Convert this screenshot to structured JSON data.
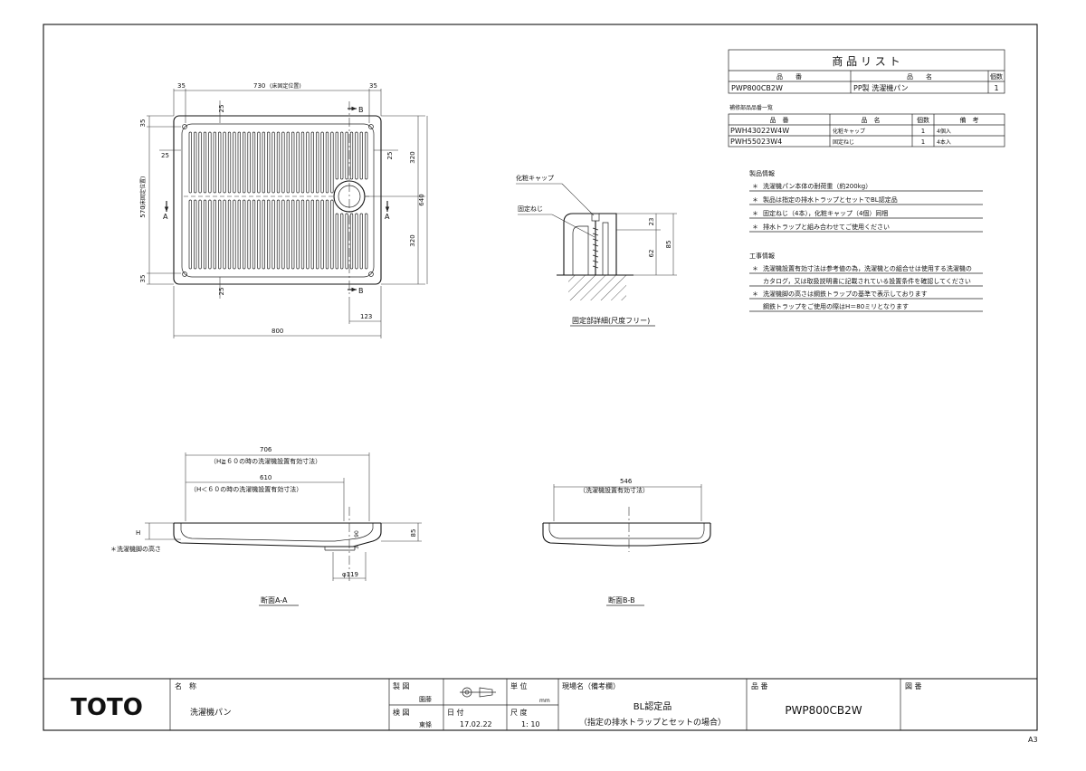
{
  "product_list": {
    "title": "商 品 リ ス ト",
    "headers": [
      "品　　番",
      "品　　名",
      "個数"
    ],
    "rows": [
      [
        "PWP800CB2W",
        "PP製 洗濯機パン",
        "1"
      ]
    ]
  },
  "parts_list": {
    "title": "補修部品品番一覧",
    "headers": [
      "品　番",
      "品　名",
      "個数",
      "備　考"
    ],
    "rows": [
      [
        "PWH43022W4W",
        "化粧キャップ",
        "1",
        "4個入"
      ],
      [
        "PWH55023W4",
        "固定ねじ",
        "1",
        "4本入"
      ]
    ]
  },
  "product_info": {
    "title": "製品情報",
    "items": [
      "洗濯機パン本体の耐荷重（約200kg）",
      "製品は指定の排水トラップとセットでBL認定品",
      "固定ねじ（4本），化粧キャップ（4個）同梱",
      "排水トラップと組み合わせてご使用ください"
    ]
  },
  "construction_info": {
    "title": "工事情報",
    "lines": [
      {
        "mark": "＊",
        "text": "洗濯機設置有効寸法は参考値の為，洗濯機との組合せは使用する洗濯機の"
      },
      {
        "mark": "",
        "text": "カタログ，又は取扱説明書に記載されている設置条件を確認してください"
      },
      {
        "mark": "＊",
        "text": "洗濯機脚の高さは鋼鉄トラップの基準で表示しております"
      },
      {
        "mark": "",
        "text": "鋼鉄トラップをご使用の際はH＝80ミリとなります"
      }
    ]
  },
  "mark": "＊",
  "plan": {
    "dims_top": [
      "35",
      "730",
      "35"
    ],
    "dim_730_note": "(床固定位置)",
    "dim_bottom": "800",
    "dim_123": "123",
    "dims_left": [
      "35",
      "570",
      "35"
    ],
    "dim_570_note": "(床固定位置)",
    "dims_right": [
      "320",
      "640",
      "320"
    ],
    "dim_25": "25",
    "section_a": "A",
    "section_b": "B"
  },
  "detail": {
    "label_cap": "化粧キャップ",
    "label_screw": "固定ねじ",
    "dims": [
      "23",
      "62",
      "85"
    ],
    "caption": "固定部詳細(尺度フリー)"
  },
  "section_aa": {
    "dim_706": "706",
    "note_706": "（H≧６０の時の洗濯機設置有効寸法）",
    "dim_610": "610",
    "note_610": "（H＜６０の時の洗濯機設置有効寸法）",
    "dim_h": "H",
    "dim_85": "85",
    "dim_90": "90",
    "dim_3": "3",
    "dim_119": "φ119",
    "leg_note": "＊洗濯機脚の高さ",
    "caption": "断面A-A"
  },
  "section_bb": {
    "dim_546": "546",
    "note_546": "（洗濯機設置有効寸法）",
    "caption": "断面B-B"
  },
  "title_block": {
    "logo": "TOTO",
    "name_label": "名　称",
    "name_value": "洗濯機パン",
    "drawn_label": "製 図",
    "drawn_value": "園藤",
    "checked_label": "検 図",
    "checked_value": "東條",
    "date_label": "日 付",
    "date_value": "17.02.22",
    "unit_label": "単 位",
    "unit_value": "mm",
    "scale_label": "尺 度",
    "scale_value": "1: 10",
    "site_label": "現場名（備考欄）",
    "site_value_1": "BL認定品",
    "site_value_2": "（指定の排水トラップとセットの場合）",
    "part_label": "品 番",
    "part_value": "PWP800CB2W",
    "drawing_no_label": "図 番",
    "sheet_size": "A3"
  }
}
